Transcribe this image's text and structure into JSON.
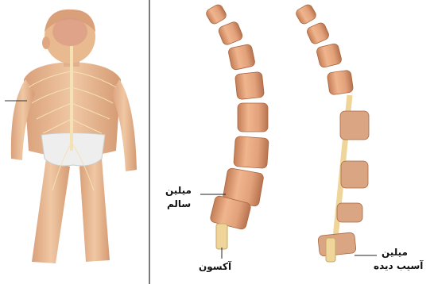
{
  "labels": {
    "healthy_myelin_line1": "میلین",
    "healthy_myelin_line2": "سالم",
    "axon": "آکسون",
    "damaged_myelin_line1": "میلین",
    "damaged_myelin_line2": "آسیب دیده"
  },
  "colors": {
    "skin": "#e9b98f",
    "myelin": "#e2a27b",
    "myelin_shade": "#c47e57",
    "axon": "#f0d59a",
    "damaged": "#d9a583",
    "diaper": "#eeeeee",
    "hair": "#d9a07a",
    "nerve": "#f4e1b4"
  }
}
